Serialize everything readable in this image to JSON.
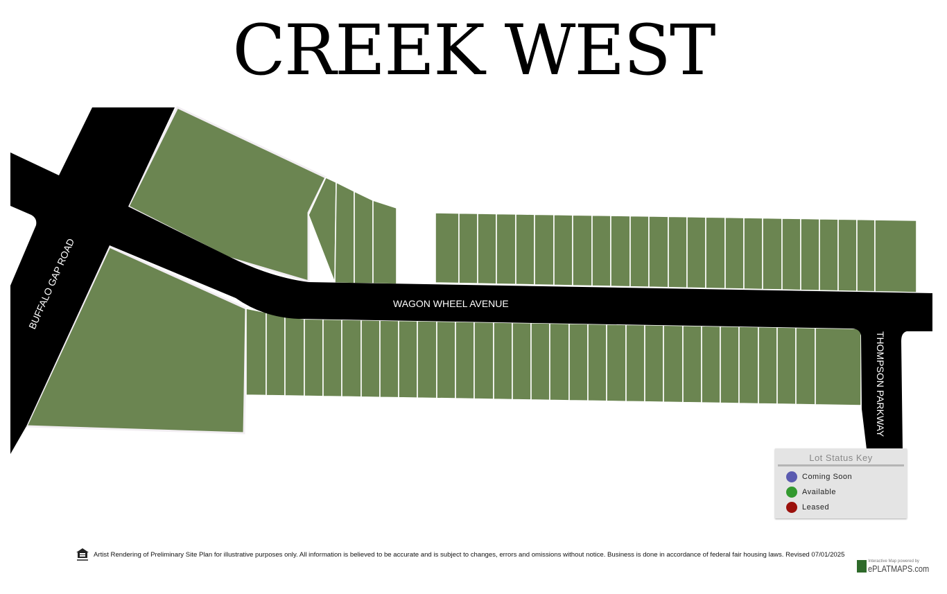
{
  "title": "CREEK WEST",
  "roads": {
    "buffalo_gap": "BUFFALO GAP ROAD",
    "wagon_wheel": "WAGON WHEEL AVENUE",
    "thompson": "THOMPSON PARKWAY"
  },
  "legend": {
    "title": "Lot Status Key",
    "items": [
      {
        "label": "Coming Soon",
        "color": "#5b5bb0"
      },
      {
        "label": "Available",
        "color": "#33992f"
      },
      {
        "label": "Leased",
        "color": "#9b110c"
      }
    ]
  },
  "lot_color": "#6b8551",
  "footer": {
    "disclaimer": "Artist Rendering of Preliminary Site Plan for illustrative purposes only. All information is believed to be accurate and is subject to changes, errors and omissions without notice. Business is done in accordance of federal fair housing laws. Revised 07/01/2025",
    "powered_by": "Interactive Map powered by",
    "brand": "ePLATMAPS.com"
  }
}
